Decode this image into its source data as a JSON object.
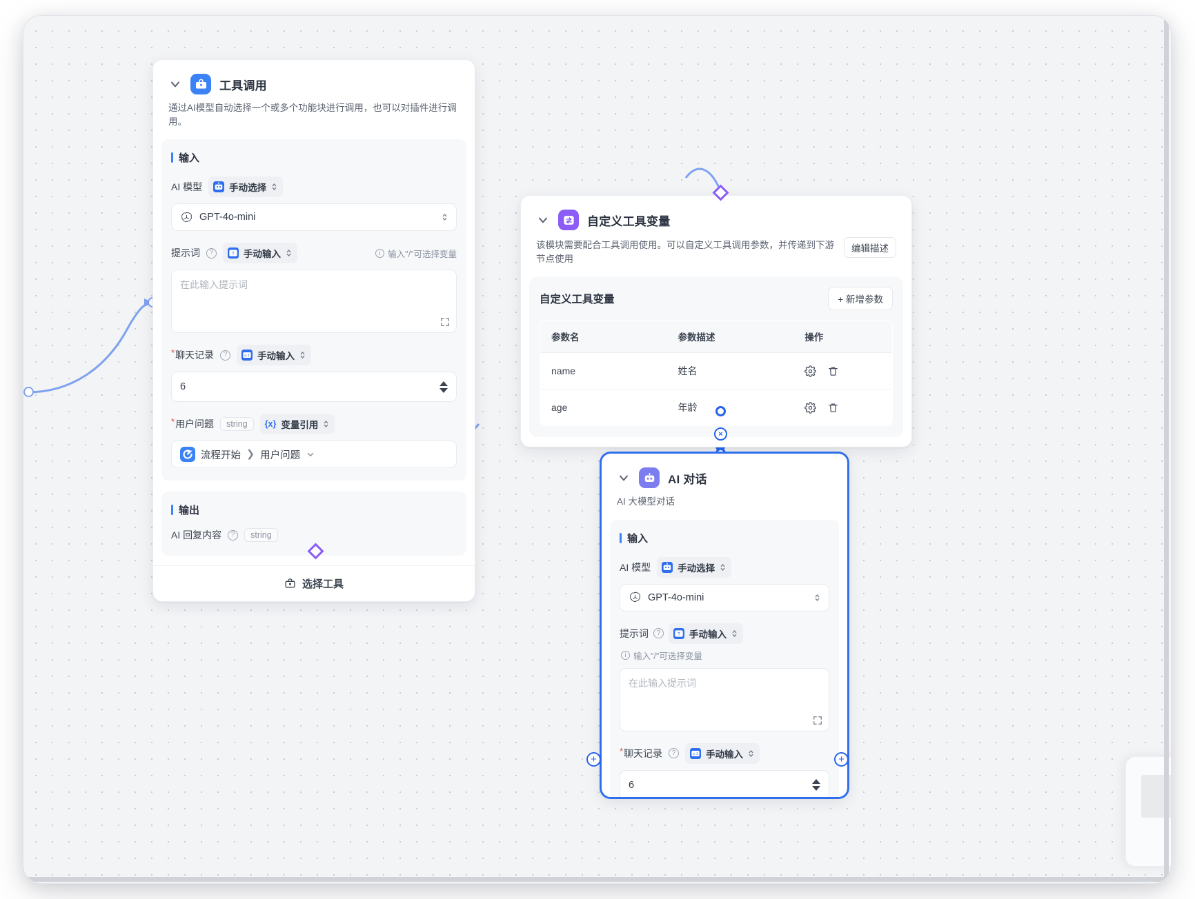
{
  "canvas": {
    "background": "#f3f4f6",
    "accent": "#2563eb",
    "purple": "#8b5cf6",
    "edge_color": "#7ea2f0"
  },
  "nodes": {
    "tool_call": {
      "title": "工具调用",
      "description": "通过AI模型自动选择一个或多个功能块进行调用，也可以对插件进行调用。",
      "icon": "toolbox-icon",
      "input_section": "输入",
      "output_section": "输出",
      "model_label": "AI 模型",
      "model_mode": "手动选择",
      "model_value": "GPT-4o-mini",
      "prompt_label": "提示词",
      "prompt_mode": "手动输入",
      "prompt_hint": "输入\"/\"可选择变量",
      "prompt_placeholder": "在此输入提示词",
      "history_label": "聊天记录",
      "history_mode": "手动输入",
      "history_value": "6",
      "question_label": "用户问题",
      "question_type": "string",
      "question_mode": "变量引用",
      "question_ref_node": "流程开始",
      "question_ref_field": "用户问题",
      "output_label": "AI 回复内容",
      "output_type": "string",
      "select_tool_button": "选择工具"
    },
    "custom_tool_var": {
      "title": "自定义工具变量",
      "icon": "variable-swap-icon",
      "description": "该模块需要配合工具调用使用。可以自定义工具调用参数，并传递到下游节点使用",
      "edit_desc_button": "编辑描述",
      "panel_title": "自定义工具变量",
      "add_param_button": "+ 新增参数",
      "table": {
        "columns": [
          "参数名",
          "参数描述",
          "操作"
        ],
        "rows": [
          {
            "name": "name",
            "desc": "姓名"
          },
          {
            "name": "age",
            "desc": "年龄"
          }
        ]
      }
    },
    "ai_chat": {
      "title": "AI 对话",
      "icon": "robot-icon",
      "description": "AI 大模型对话",
      "input_section": "输入",
      "model_label": "AI 模型",
      "model_mode": "手动选择",
      "model_value": "GPT-4o-mini",
      "prompt_label": "提示词",
      "prompt_mode": "手动输入",
      "prompt_hint": "输入\"/\"可选择变量",
      "prompt_placeholder": "在此输入提示词",
      "history_label": "聊天记录",
      "history_mode": "手动输入",
      "history_value": "6"
    }
  },
  "edge_controls": {
    "delete_label": "×",
    "add_label": "+"
  }
}
